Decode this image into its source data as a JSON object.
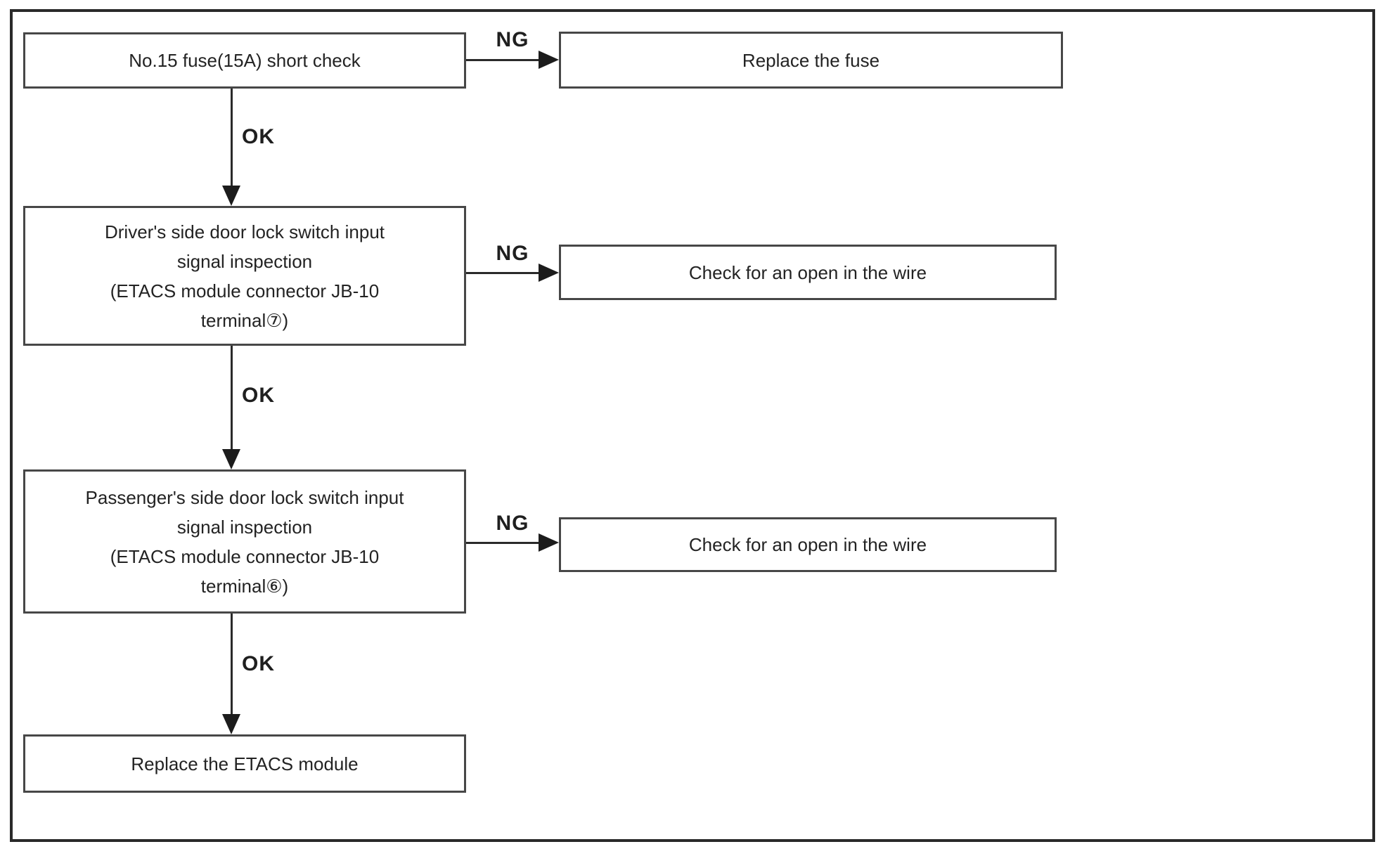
{
  "colors": {
    "ink": "#2a2a2a",
    "box_border": "#474747",
    "arrow": "#1c1c1c",
    "background": "#ffffff"
  },
  "nodes": {
    "fuse_check": {
      "label": "No.15 fuse(15A) short check"
    },
    "replace_fuse": {
      "label": "Replace the fuse"
    },
    "driver_inspection": {
      "lines": [
        "Driver's side door lock switch input",
        "signal inspection",
        "(ETACS module connector JB-10",
        "terminal⑦)"
      ]
    },
    "check_wire_1": {
      "label": "Check for an open in the wire"
    },
    "passenger_inspection": {
      "lines": [
        "Passenger's side door lock switch input",
        "signal inspection",
        "(ETACS module connector JB-10",
        "terminal⑥)"
      ]
    },
    "check_wire_2": {
      "label": "Check for an open in the wire"
    },
    "replace_etacs": {
      "label": "Replace the ETACS module"
    }
  },
  "edge_labels": {
    "ng_1": "NG",
    "ok_1": "OK",
    "ng_2": "NG",
    "ok_2": "OK",
    "ng_3": "NG",
    "ok_3": "OK"
  }
}
